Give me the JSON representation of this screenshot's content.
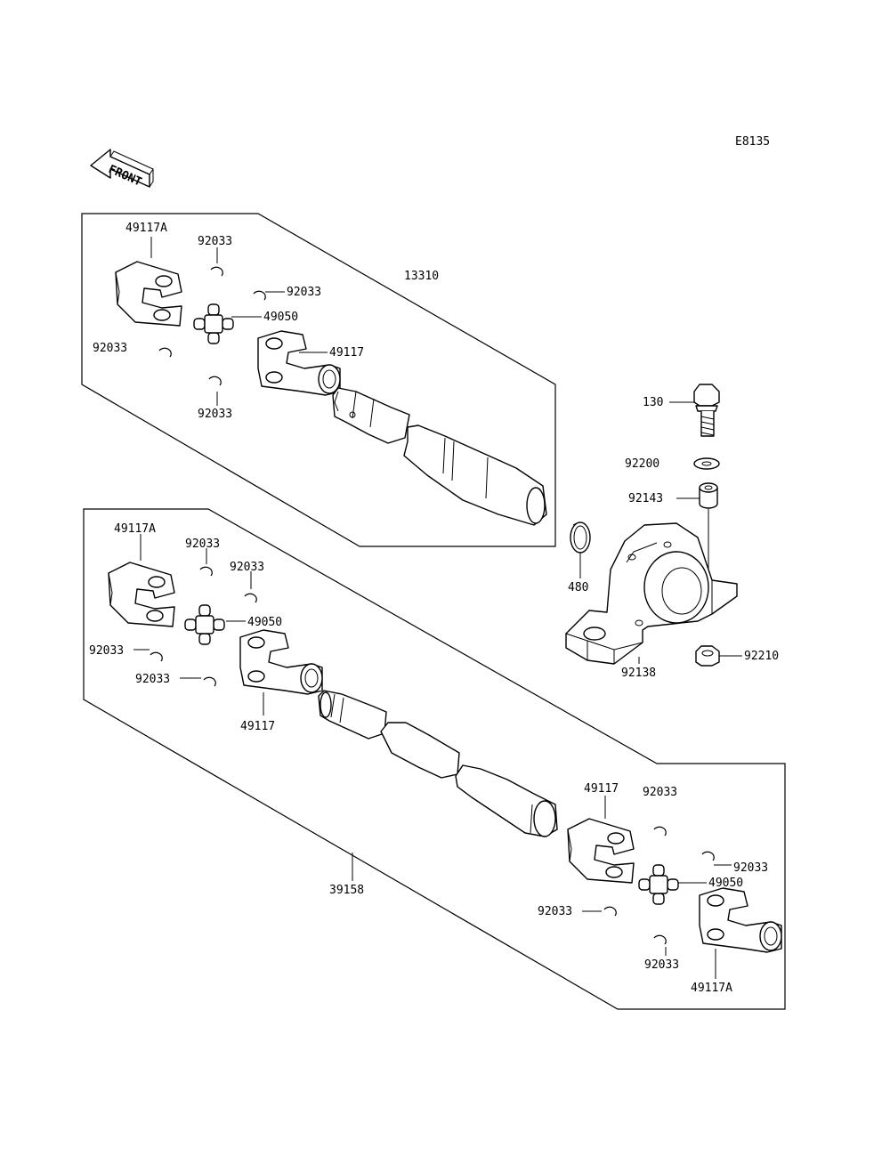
{
  "diagram_code": "E8135",
  "front_label": "FRONT",
  "labels": {
    "a_49117A": "49117A",
    "a_92033_top": "92033",
    "a_92033_right": "92033",
    "a_49050": "49050",
    "a_92033_left": "92033",
    "a_49117": "49117",
    "a_92033_bottom": "92033",
    "a_13310": "13310",
    "s_130": "130",
    "s_92200": "92200",
    "s_92143": "92143",
    "s_480": "480",
    "s_92138": "92138",
    "s_92210": "92210",
    "b_49117A": "49117A",
    "b_92033_top": "92033",
    "b_92033_right": "92033",
    "b_49050": "49050",
    "b_92033_left": "92033",
    "b_92033_lower": "92033",
    "b_49117": "49117",
    "b_39158": "39158",
    "c_49117": "49117",
    "c_92033_top": "92033",
    "c_92033_right": "92033",
    "c_49050": "49050",
    "c_92033_left": "92033",
    "c_92033_bottom": "92033",
    "c_49117A": "49117A"
  }
}
